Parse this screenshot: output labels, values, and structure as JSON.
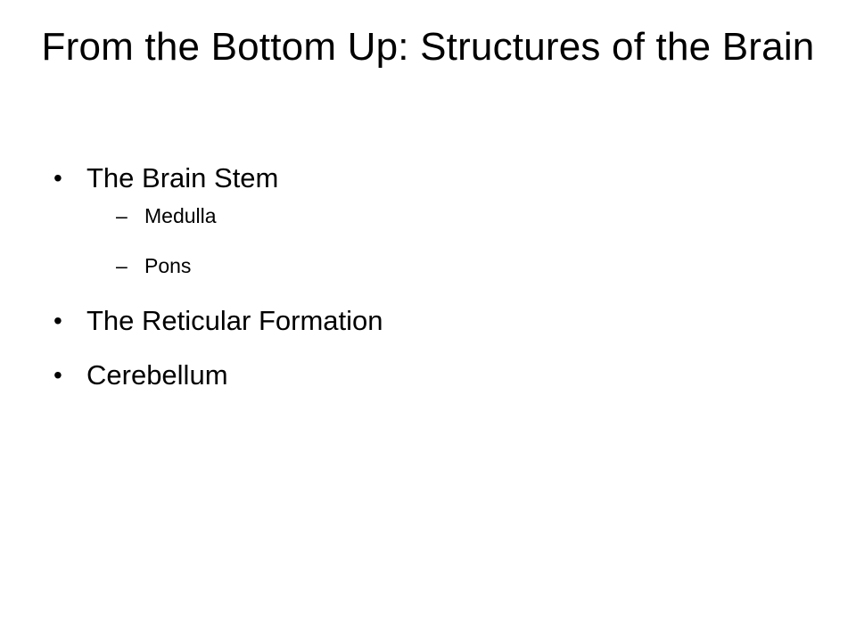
{
  "slide": {
    "title": "From the Bottom Up: Structures of the Brain",
    "bullet_marker": "•",
    "sub_marker": "–",
    "bullets": [
      {
        "text": "The Brain Stem",
        "sub_items": [
          "Medulla",
          "Pons"
        ]
      },
      {
        "text": "The Reticular Formation"
      },
      {
        "text": "Cerebellum"
      }
    ]
  }
}
